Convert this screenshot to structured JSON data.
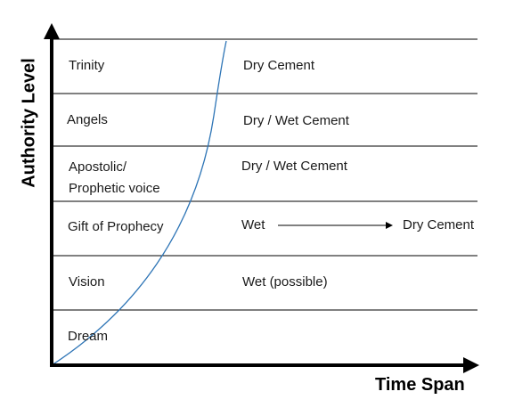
{
  "axes": {
    "y_title": "Authority Level",
    "x_title": "Time Span"
  },
  "levels": [
    {
      "name": "Trinity",
      "state": "Dry Cement"
    },
    {
      "name": "Angels",
      "state": "Dry / Wet Cement"
    },
    {
      "name": "Apostolic/",
      "name_line2": "Prophetic voice",
      "state": "Dry / Wet Cement"
    },
    {
      "name": "Gift of Prophecy",
      "state": "Wet",
      "state_end": "Dry Cement"
    },
    {
      "name": "Vision",
      "state": "Wet  (possible)"
    },
    {
      "name": "Dream",
      "state": ""
    }
  ],
  "colors": {
    "curve": "#2e75b6",
    "axis": "#000000",
    "row_line": "#000000"
  }
}
